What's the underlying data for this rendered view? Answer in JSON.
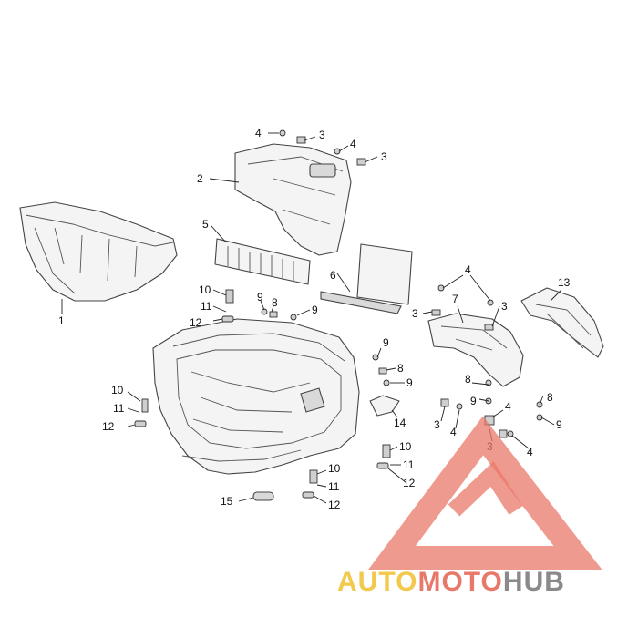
{
  "diagram": {
    "callouts": {
      "c1": "1",
      "c2": "2",
      "c3a": "3",
      "c3b": "3",
      "c3c": "3",
      "c3d": "3",
      "c3e": "3",
      "c3f": "3",
      "c4a": "4",
      "c4b": "4",
      "c4c": "4",
      "c4d": "4",
      "c4e": "4",
      "c4f": "4",
      "c5": "5",
      "c6": "6",
      "c7": "7",
      "c8a": "8",
      "c8b": "8",
      "c8c": "8",
      "c8d": "8",
      "c9a": "9",
      "c9b": "9",
      "c9c": "9",
      "c9d": "9",
      "c9e": "9",
      "c9f": "9",
      "c10a": "10",
      "c10b": "10",
      "c10c": "10",
      "c10d": "10",
      "c11a": "11",
      "c11b": "11",
      "c11c": "11",
      "c11d": "11",
      "c12a": "12",
      "c12b": "12",
      "c12c": "12",
      "c12d": "12",
      "c13": "13",
      "c14": "14",
      "c15": "15"
    }
  },
  "watermark": {
    "word_1": "AUTO",
    "word_2": "MOTO",
    "word_3": "HUB",
    "color_1": "#f2c94c",
    "color_2": "#e8786a",
    "color_3": "#8a8a8a"
  }
}
